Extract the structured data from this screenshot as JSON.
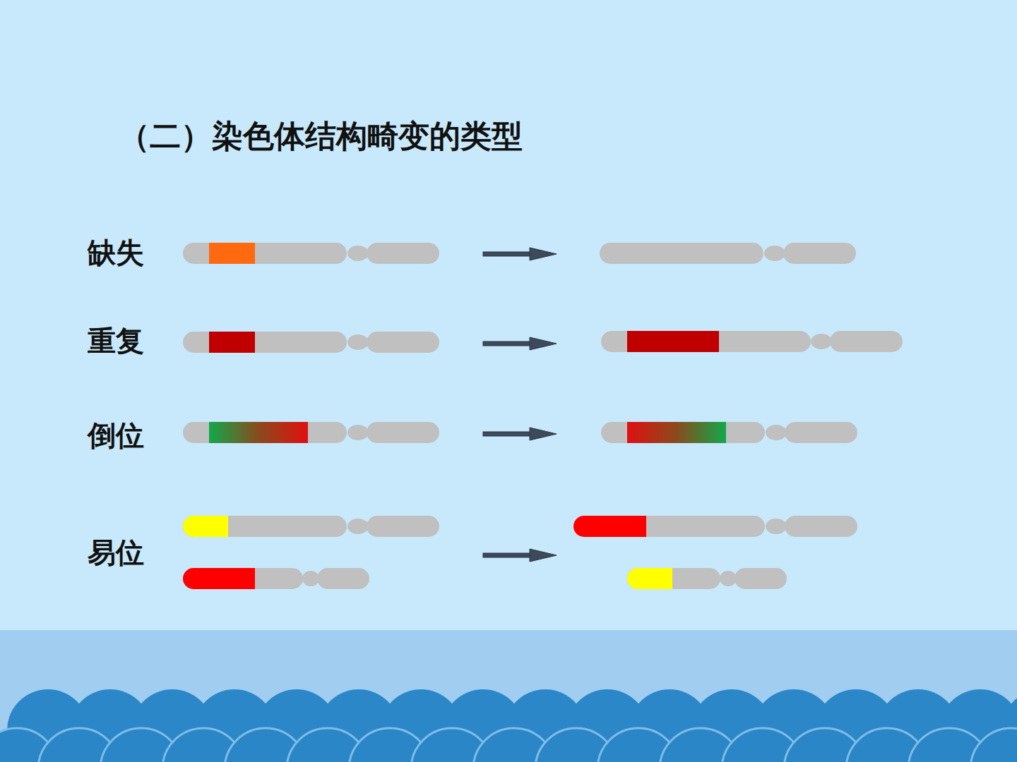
{
  "diagram": {
    "title": "（二）染色体结构畸变的类型",
    "labels": [
      "缺失",
      "重复",
      "倒位",
      "易位"
    ]
  }
}
